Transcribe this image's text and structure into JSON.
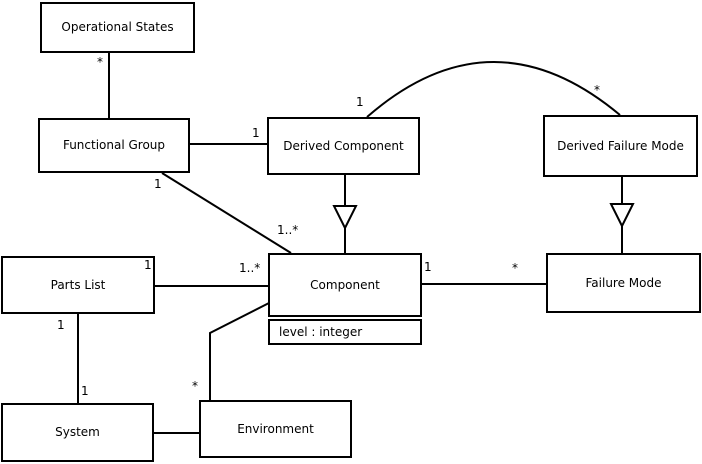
{
  "diagram": {
    "kind": "uml-class-diagram",
    "background_color": "#ffffff",
    "line_color": "#000000",
    "classes": [
      {
        "name": "Operational States"
      },
      {
        "name": "Functional Group"
      },
      {
        "name": "Derived Component"
      },
      {
        "name": "Derived Failure Mode"
      },
      {
        "name": "Parts List"
      },
      {
        "name": "Component",
        "attributes": [
          "level : integer"
        ]
      },
      {
        "name": "Failure Mode"
      },
      {
        "name": "System"
      },
      {
        "name": "Environment"
      }
    ],
    "generalizations": [
      {
        "child": "Derived Component",
        "parent": "Component"
      },
      {
        "child": "Derived Failure Mode",
        "parent": "Failure Mode"
      }
    ],
    "multiplicities": [
      {
        "text": "*",
        "association": "operational-states-functional-group",
        "end": "operational-states"
      },
      {
        "text": "1",
        "association": "functional-group-derived-component",
        "end": "derived-component"
      },
      {
        "text": "1",
        "association": "derived-component-derived-failure-mode",
        "end": "derived-component"
      },
      {
        "text": "*",
        "association": "derived-component-derived-failure-mode",
        "end": "derived-failure-mode"
      },
      {
        "text": "1",
        "association": "functional-group-component",
        "end": "functional-group"
      },
      {
        "text": "1..*",
        "association": "functional-group-component",
        "end": "component"
      },
      {
        "text": "1",
        "association": "parts-list-component",
        "end": "parts-list"
      },
      {
        "text": "1..*",
        "association": "parts-list-component",
        "end": "component"
      },
      {
        "text": "1",
        "association": "component-failure-mode",
        "end": "component"
      },
      {
        "text": "*",
        "association": "component-failure-mode",
        "end": "failure-mode"
      },
      {
        "text": "1",
        "association": "parts-list-system",
        "end": "parts-list"
      },
      {
        "text": "1",
        "association": "parts-list-system",
        "end": "system"
      },
      {
        "text": "*",
        "association": "environment-component",
        "end": "environment"
      }
    ]
  }
}
